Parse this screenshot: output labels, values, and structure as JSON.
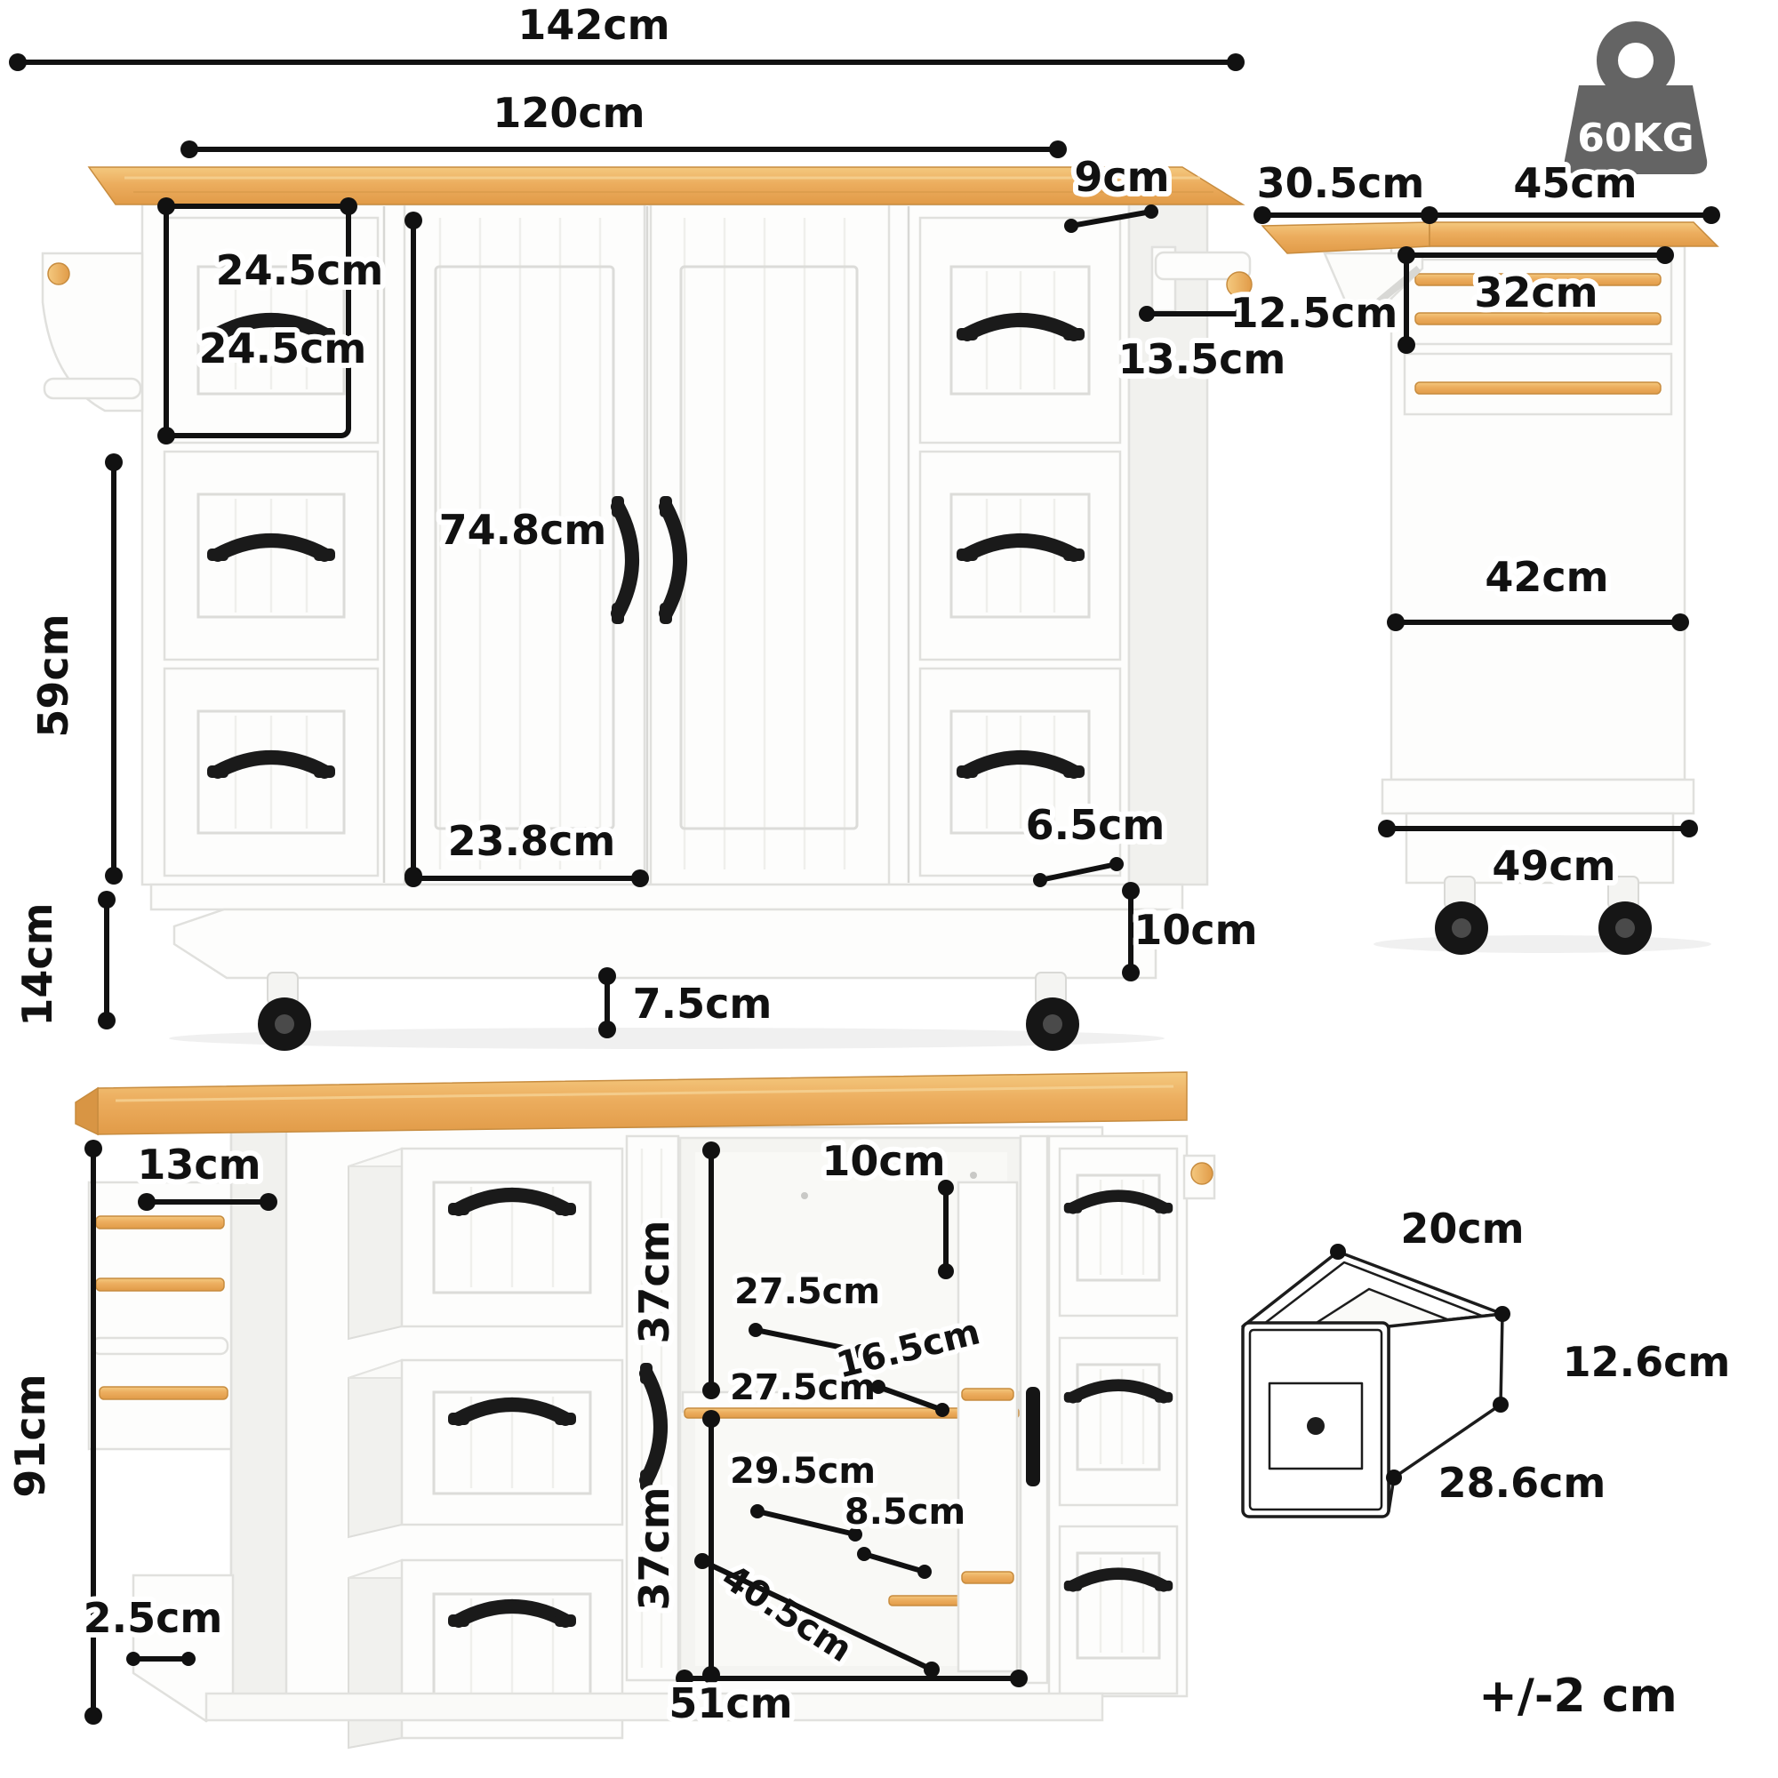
{
  "front": {
    "d142": "142cm",
    "d120": "120cm",
    "d9": "9cm",
    "d24w": "24.5cm",
    "d24h": "24.5cm",
    "d748": "74.8cm",
    "d135": "13.5cm",
    "d59": "59cm",
    "d238": "23.8cm",
    "d65": "6.5cm",
    "d14": "14cm",
    "d10": "10cm",
    "d75": "7.5cm"
  },
  "side": {
    "weight": "60KG",
    "d305": "30.5cm",
    "d45": "45cm",
    "d125": "12.5cm",
    "d32": "32cm",
    "d42": "42cm",
    "d49": "49cm"
  },
  "open": {
    "d13": "13cm",
    "d91": "91cm",
    "d37u": "37cm",
    "d37l": "37cm",
    "d10": "10cm",
    "d275a": "27.5cm",
    "d275b": "27.5cm",
    "d165": "16.5cm",
    "d295": "29.5cm",
    "d85": "8.5cm",
    "d405": "40.5cm",
    "d25": "2.5cm",
    "d51": "51cm"
  },
  "drawer": {
    "d20": "20cm",
    "d126": "12.6cm",
    "d286": "28.6cm"
  },
  "note": {
    "tolerance": "+/-2 cm"
  },
  "colors": {
    "wood": "#ecad5e",
    "wood_dark": "#d89544",
    "line": "#111111",
    "handle": "#1a1a1a",
    "weight_icon": "#646464"
  }
}
